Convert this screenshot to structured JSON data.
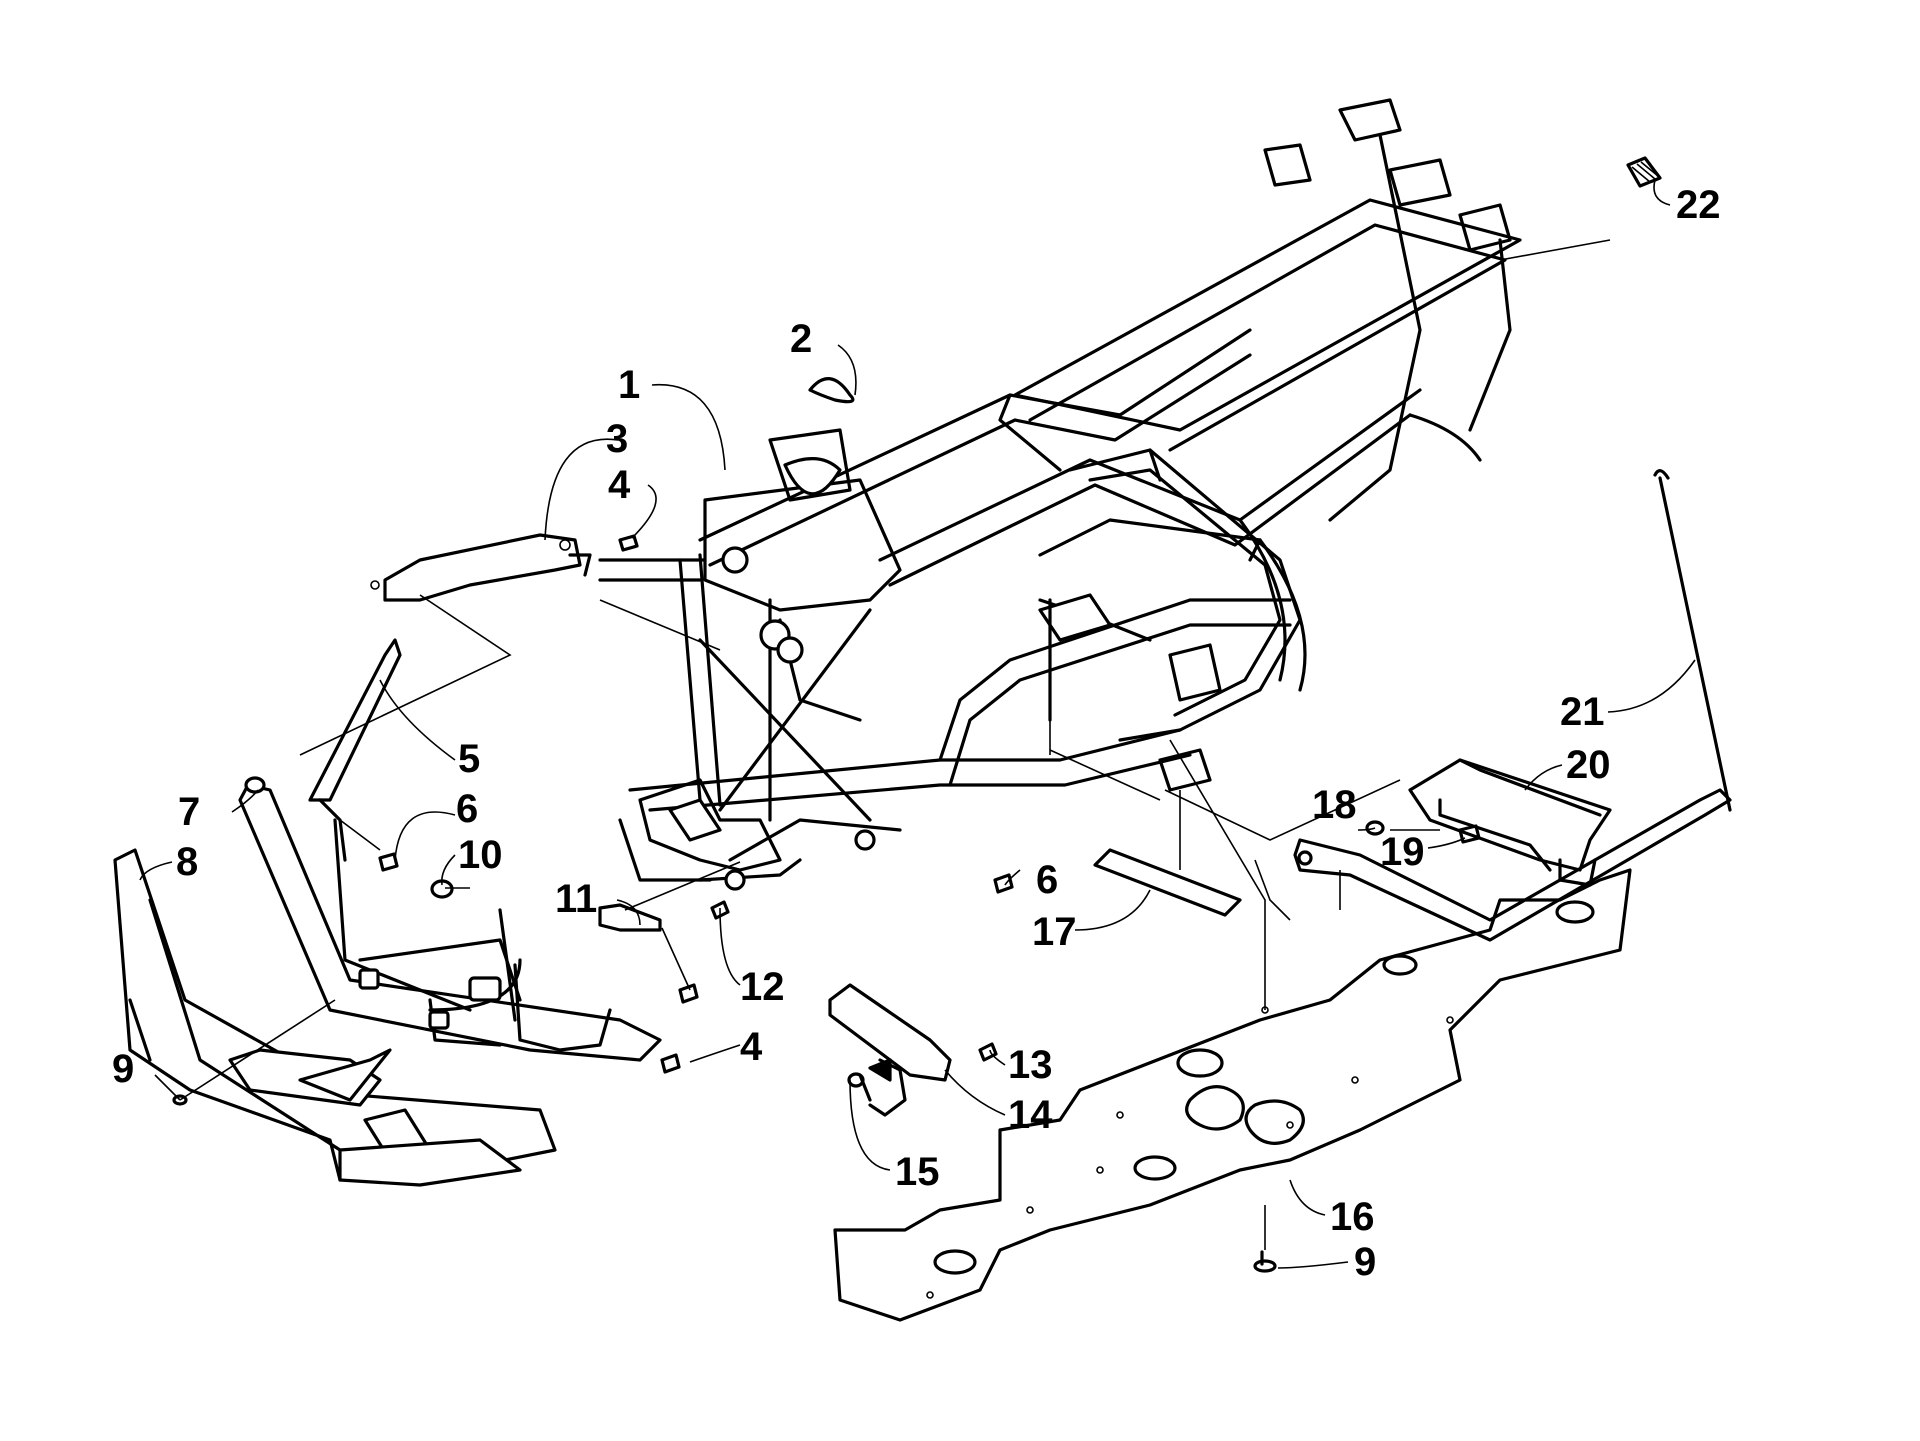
{
  "callouts": [
    {
      "id": "c1",
      "label": "1"
    },
    {
      "id": "c2",
      "label": "2"
    },
    {
      "id": "c3",
      "label": "3"
    },
    {
      "id": "c4a",
      "label": "4"
    },
    {
      "id": "c4b",
      "label": "4"
    },
    {
      "id": "c5",
      "label": "5"
    },
    {
      "id": "c6a",
      "label": "6"
    },
    {
      "id": "c6b",
      "label": "6"
    },
    {
      "id": "c7",
      "label": "7"
    },
    {
      "id": "c8",
      "label": "8"
    },
    {
      "id": "c9a",
      "label": "9"
    },
    {
      "id": "c9b",
      "label": "9"
    },
    {
      "id": "c10",
      "label": "10"
    },
    {
      "id": "c11",
      "label": "11"
    },
    {
      "id": "c12",
      "label": "12"
    },
    {
      "id": "c13",
      "label": "13"
    },
    {
      "id": "c14",
      "label": "14"
    },
    {
      "id": "c15",
      "label": "15"
    },
    {
      "id": "c16",
      "label": "16"
    },
    {
      "id": "c17",
      "label": "17"
    },
    {
      "id": "c18",
      "label": "18"
    },
    {
      "id": "c19",
      "label": "19"
    },
    {
      "id": "c20",
      "label": "20"
    },
    {
      "id": "c21",
      "label": "21"
    },
    {
      "id": "c22",
      "label": "22"
    }
  ]
}
